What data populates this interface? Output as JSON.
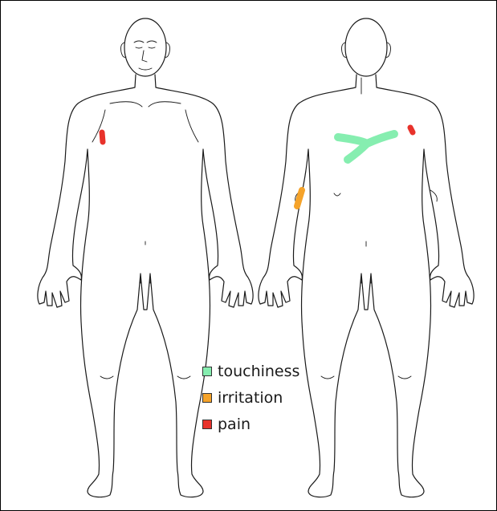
{
  "legend": [
    {
      "label": "touchiness",
      "color": "#86eeb0"
    },
    {
      "label": "irritation",
      "color": "#f5a32a"
    },
    {
      "label": "pain",
      "color": "#e8322b"
    }
  ],
  "colors": {
    "outline": "#1a1a1a",
    "touchiness": "#86eeb0",
    "irritation": "#f5a32a",
    "pain": "#e8322b"
  },
  "views": [
    "front",
    "back"
  ]
}
